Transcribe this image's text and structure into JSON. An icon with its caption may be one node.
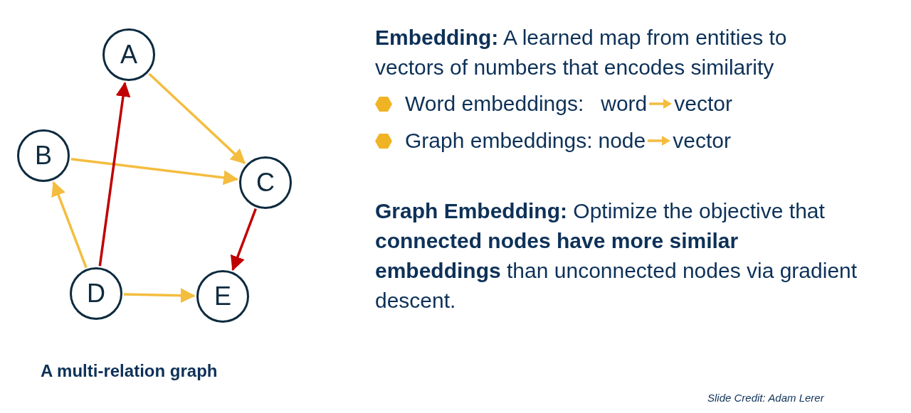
{
  "diagram": {
    "caption": "A multi-relation graph",
    "nodes": [
      {
        "text": [
          "A"
        ]
      },
      {
        "text": [
          "B"
        ]
      },
      {
        "text": [
          "C"
        ]
      },
      {
        "text": [
          "D"
        ]
      },
      {
        "text": [
          "E"
        ]
      }
    ],
    "edges": [
      {
        "from": 0,
        "to": 2,
        "arrow": "to"
      },
      {
        "from": 1,
        "to": 2,
        "arrow": "to"
      },
      {
        "from": 3,
        "to": 0,
        "arrow": "to",
        "color": "#c00000"
      },
      {
        "from": 3,
        "to": 1,
        "arrow": "to"
      },
      {
        "from": 2,
        "to": 4,
        "arrow": "to",
        "color": "#c00000"
      },
      {
        "from": 3,
        "to": 4,
        "arrow": "to"
      }
    ],
    "labels": [
      "**Embedding:** A learned map from entities to vectors of numbers that encodes similarity",
      "Word embeddings:",
      "word",
      "vector",
      "Graph embeddings:",
      "node",
      "vector",
      "**Graph Embedding:** Optimize the objective that **connected nodes have more similar embeddings** than unconnected nodes via gradient descent.",
      "Slide Credit: Adam Lerer"
    ]
  }
}
